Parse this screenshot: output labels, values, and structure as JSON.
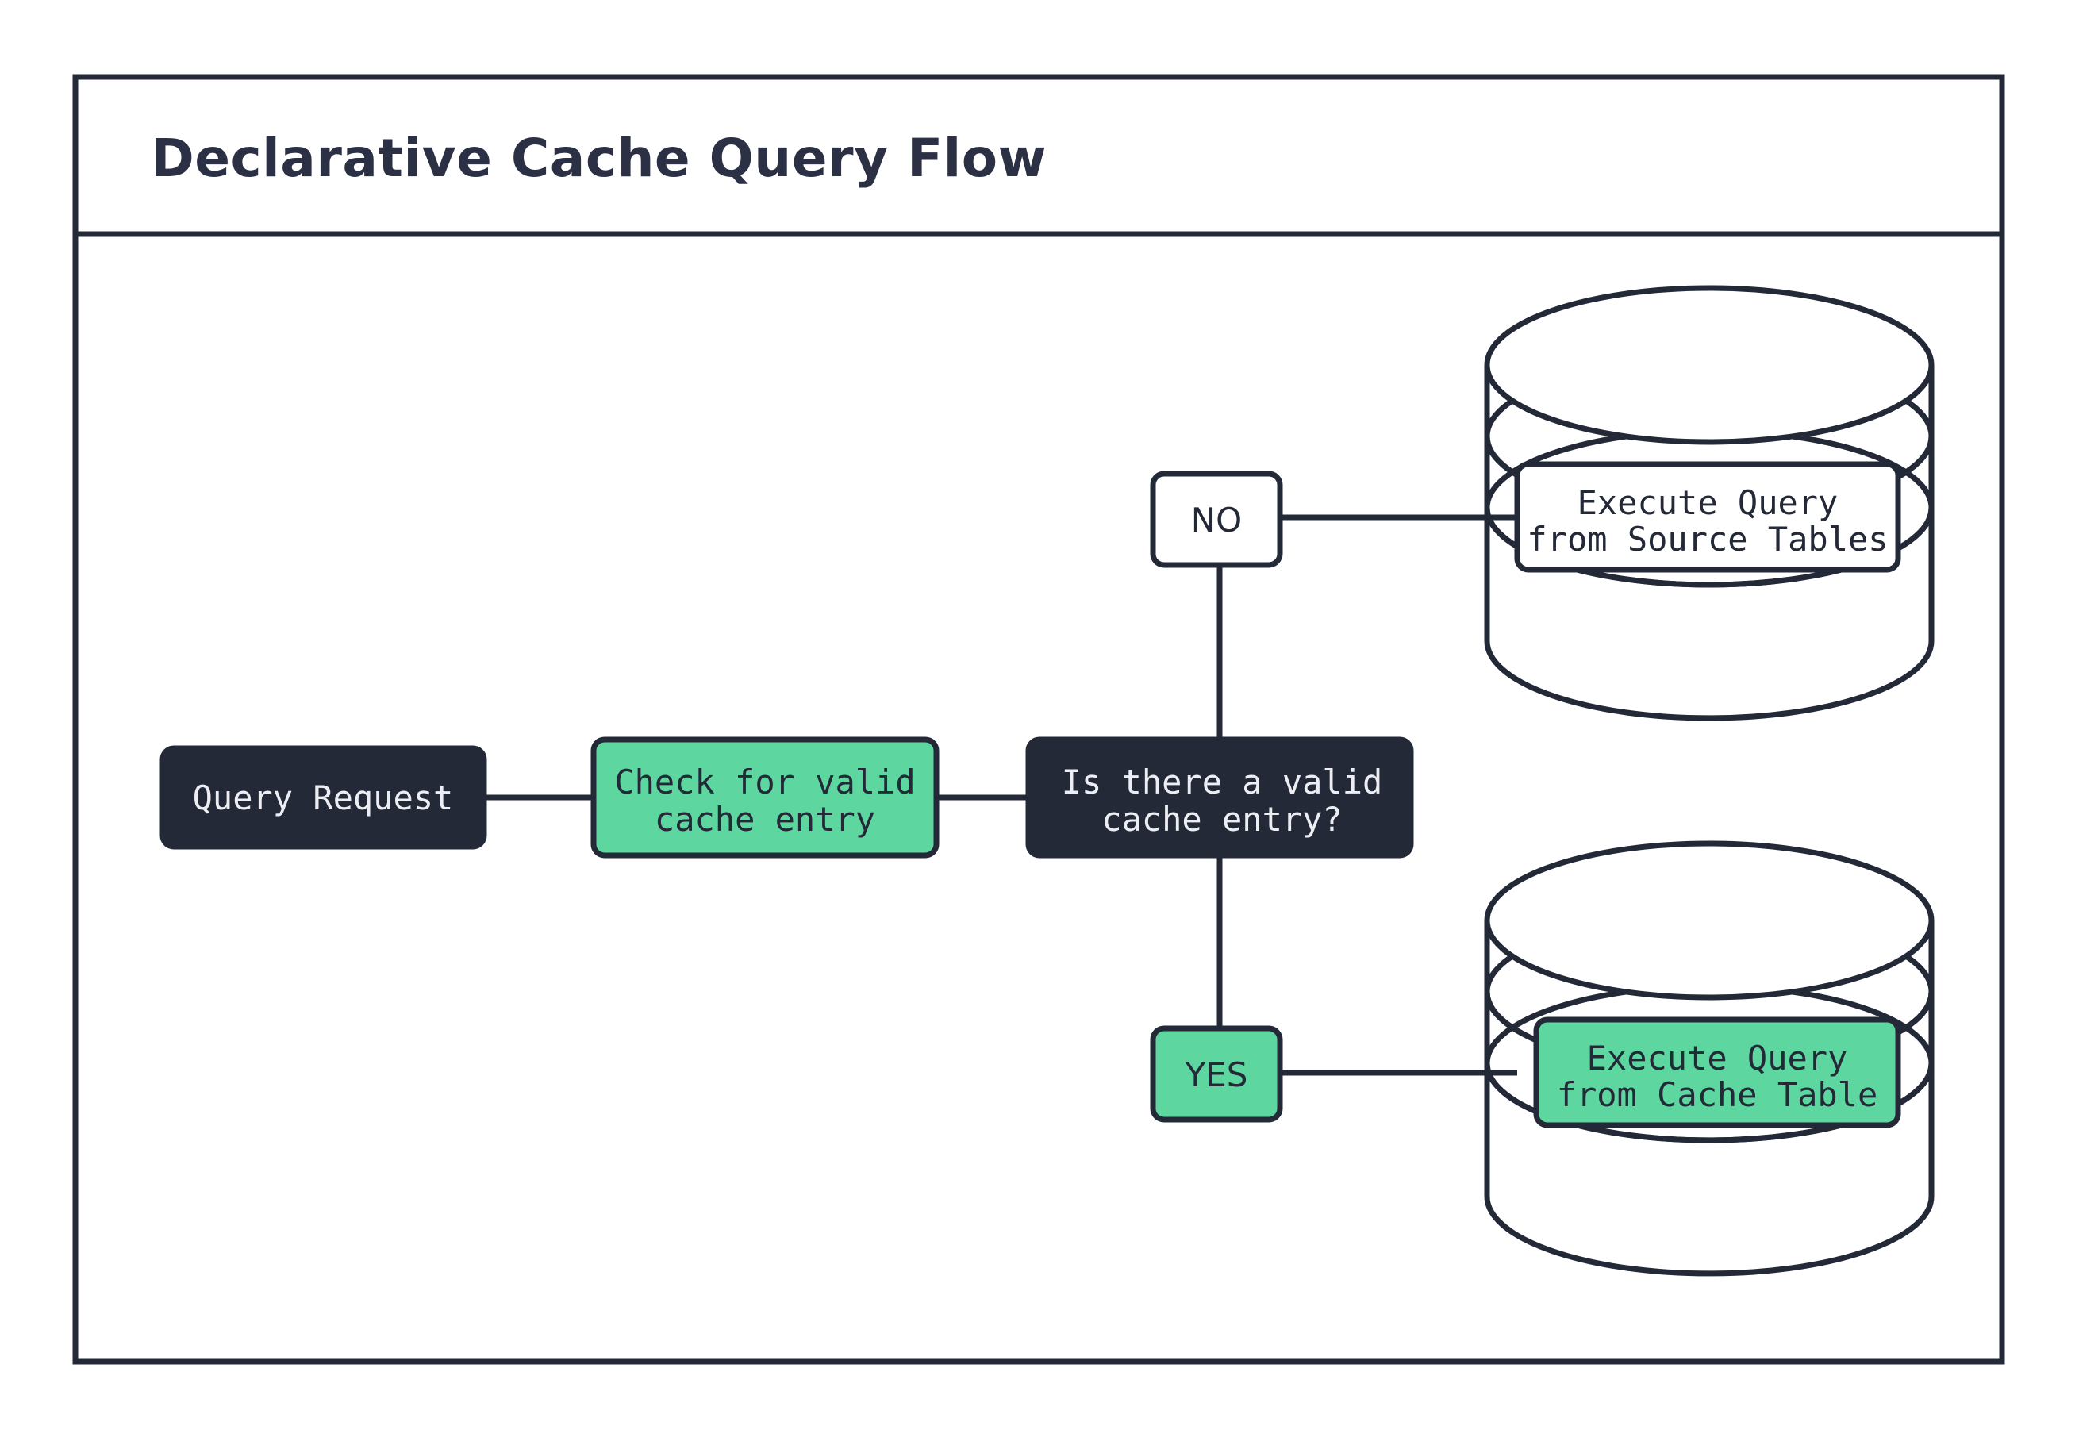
{
  "diagram": {
    "title": "Declarative Cache Query Flow",
    "background_color": "#ffffff",
    "frame_border_color": "#242938",
    "accent_green": "#5dd79f",
    "dark_navy": "#242938",
    "light_text": "#eceef3",
    "nodes": {
      "query_request": {
        "label": "Query Request",
        "style": "dark-rounded-rect"
      },
      "check_cache": {
        "line1": "Check for valid",
        "line2": "cache entry",
        "style": "green-rounded-rect"
      },
      "decision": {
        "line1": "Is there a valid",
        "line2": "cache entry?",
        "style": "dark-rounded-rect"
      },
      "branch_no": {
        "label": "NO",
        "style": "white-rounded-rect"
      },
      "branch_yes": {
        "label": "YES",
        "style": "green-rounded-rect"
      },
      "source_tables": {
        "line1": "Execute Query",
        "line2": "from Source Tables",
        "style": "white-rounded-rect-on-cylinder",
        "container": "database-cylinder"
      },
      "cache_table": {
        "line1": "Execute Query",
        "line2": "from Cache Table",
        "style": "green-rounded-rect-on-cylinder",
        "container": "database-cylinder"
      }
    },
    "edges": [
      {
        "from": "query_request",
        "to": "check_cache"
      },
      {
        "from": "check_cache",
        "to": "decision"
      },
      {
        "from": "decision",
        "to": "branch_no"
      },
      {
        "from": "decision",
        "to": "branch_yes"
      },
      {
        "from": "branch_no",
        "to": "source_tables"
      },
      {
        "from": "branch_yes",
        "to": "cache_table"
      }
    ]
  }
}
